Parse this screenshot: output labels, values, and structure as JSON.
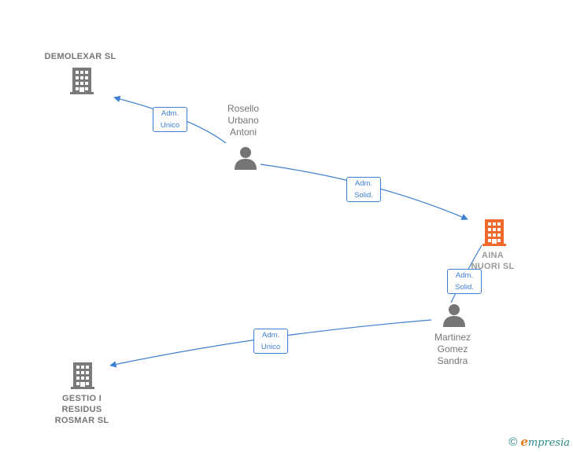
{
  "colors": {
    "edge": "#3d7fd0",
    "company_gray": "#7a7a7a",
    "company_focus": "#ee6a2c",
    "person_gray": "#757575"
  },
  "nodes": {
    "demolexar": {
      "label": "DEMOLEXAR SL",
      "icon": "building-icon"
    },
    "aina": {
      "label": "AINA\nNUORI  SL",
      "icon": "building-icon"
    },
    "gestio": {
      "label": "GESTIO I\nRESIDUS\nROSMAR  SL",
      "icon": "building-icon"
    },
    "rosello": {
      "label": "Rosello\nUrbano\nAntoni",
      "icon": "person-icon"
    },
    "martinez": {
      "label": "Martinez\nGomez\nSandra",
      "icon": "person-icon"
    }
  },
  "edges": {
    "rosello_demolexar": {
      "line1": "Adm.",
      "line2": "Unico"
    },
    "rosello_aina": {
      "line1": "Adm.",
      "line2": "Solid."
    },
    "martinez_aina": {
      "line1": "Adm.",
      "line2": "Solid."
    },
    "martinez_gestio": {
      "line1": "Adm.",
      "line2": "Unico"
    }
  },
  "watermark": {
    "copyright": "©",
    "brand_initial": "e",
    "brand_rest": "mpresia"
  }
}
